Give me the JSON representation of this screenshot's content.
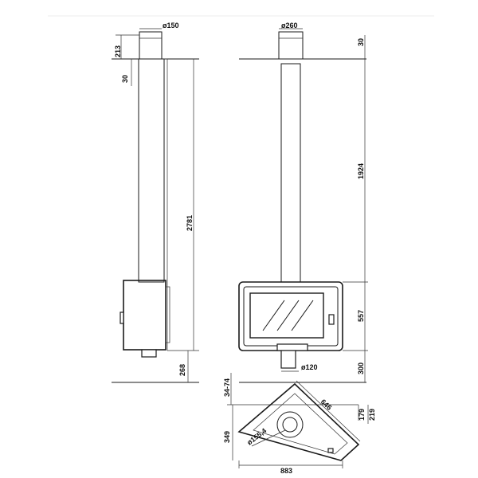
{
  "side_view": {
    "flue_diameter": "ø150",
    "flue_top_height": "213",
    "ceiling_offset": "30",
    "total_height": "2781",
    "floor_clearance": "268"
  },
  "front_view": {
    "flue_diameter": "ø260",
    "ceiling_offset": "30",
    "pipe_length": "1924",
    "body_height": "557",
    "floor_clearance": "300",
    "outlet_diameter": "ø120"
  },
  "top_view": {
    "depth_range": "34-74",
    "edge_length": "646",
    "offset_small": "179",
    "offset_large": "219",
    "depth": "349",
    "pipe_diameter": "ø155,4",
    "width": "883"
  }
}
